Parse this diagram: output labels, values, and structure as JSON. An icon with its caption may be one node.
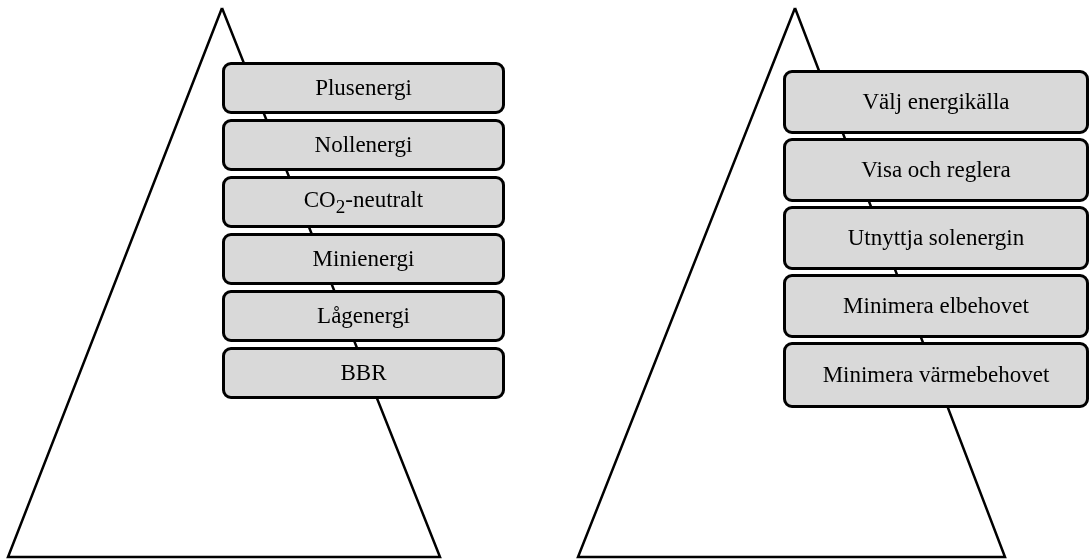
{
  "diagram": {
    "nodes": [
      {
        "text": [
          "Plusenergi"
        ]
      },
      {
        "text": [
          "Nollenergi"
        ]
      },
      {
        "text": [
          "CO$_{2}$-neutralt"
        ]
      },
      {
        "text": [
          "Minienergi"
        ]
      },
      {
        "text": [
          "Lågenergi"
        ]
      },
      {
        "text": [
          "BBR"
        ]
      },
      {
        "text": [
          "Välj energikälla"
        ]
      },
      {
        "text": [
          "Visa och reglera"
        ]
      },
      {
        "text": [
          "Utnyttja solenergin"
        ]
      },
      {
        "text": [
          "Minimera elbehovet"
        ]
      },
      {
        "text": [
          "Minimera värmebehovet"
        ]
      }
    ]
  }
}
